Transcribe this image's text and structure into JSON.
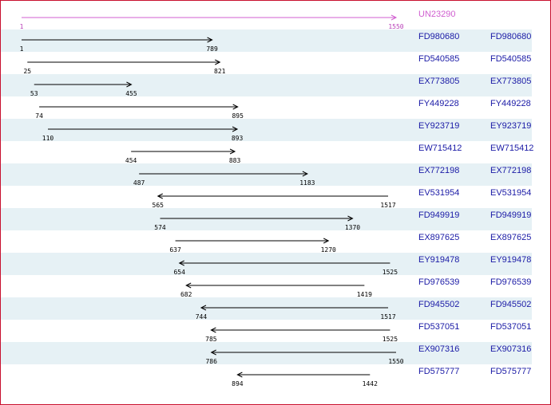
{
  "reference": {
    "name": "UN23290",
    "start": 1,
    "end": 1550,
    "color": "#d05fd0"
  },
  "scale": {
    "min": 1,
    "max": 1550
  },
  "alignments": [
    {
      "acc": "FD980680",
      "start": 1,
      "end": 789,
      "dir": "right"
    },
    {
      "acc": "FD540585",
      "start": 25,
      "end": 821,
      "dir": "right"
    },
    {
      "acc": "EX773805",
      "start": 53,
      "end": 455,
      "dir": "right"
    },
    {
      "acc": "FY449228",
      "start": 74,
      "end": 895,
      "dir": "right"
    },
    {
      "acc": "EY923719",
      "start": 110,
      "end": 893,
      "dir": "right"
    },
    {
      "acc": "EW715412",
      "start": 454,
      "end": 883,
      "dir": "right"
    },
    {
      "acc": "EX772198",
      "start": 487,
      "end": 1183,
      "dir": "right"
    },
    {
      "acc": "EV531954",
      "start": 565,
      "end": 1517,
      "dir": "left"
    },
    {
      "acc": "FD949919",
      "start": 574,
      "end": 1370,
      "dir": "right"
    },
    {
      "acc": "EX897625",
      "start": 637,
      "end": 1270,
      "dir": "right"
    },
    {
      "acc": "EY919478",
      "start": 654,
      "end": 1525,
      "dir": "left"
    },
    {
      "acc": "FD976539",
      "start": 682,
      "end": 1419,
      "dir": "left"
    },
    {
      "acc": "FD945502",
      "start": 744,
      "end": 1517,
      "dir": "left"
    },
    {
      "acc": "FD537051",
      "start": 785,
      "end": 1525,
      "dir": "left"
    },
    {
      "acc": "EX907316",
      "start": 786,
      "end": 1550,
      "dir": "left"
    },
    {
      "acc": "FD575777",
      "start": 894,
      "end": 1442,
      "dir": "left"
    }
  ]
}
